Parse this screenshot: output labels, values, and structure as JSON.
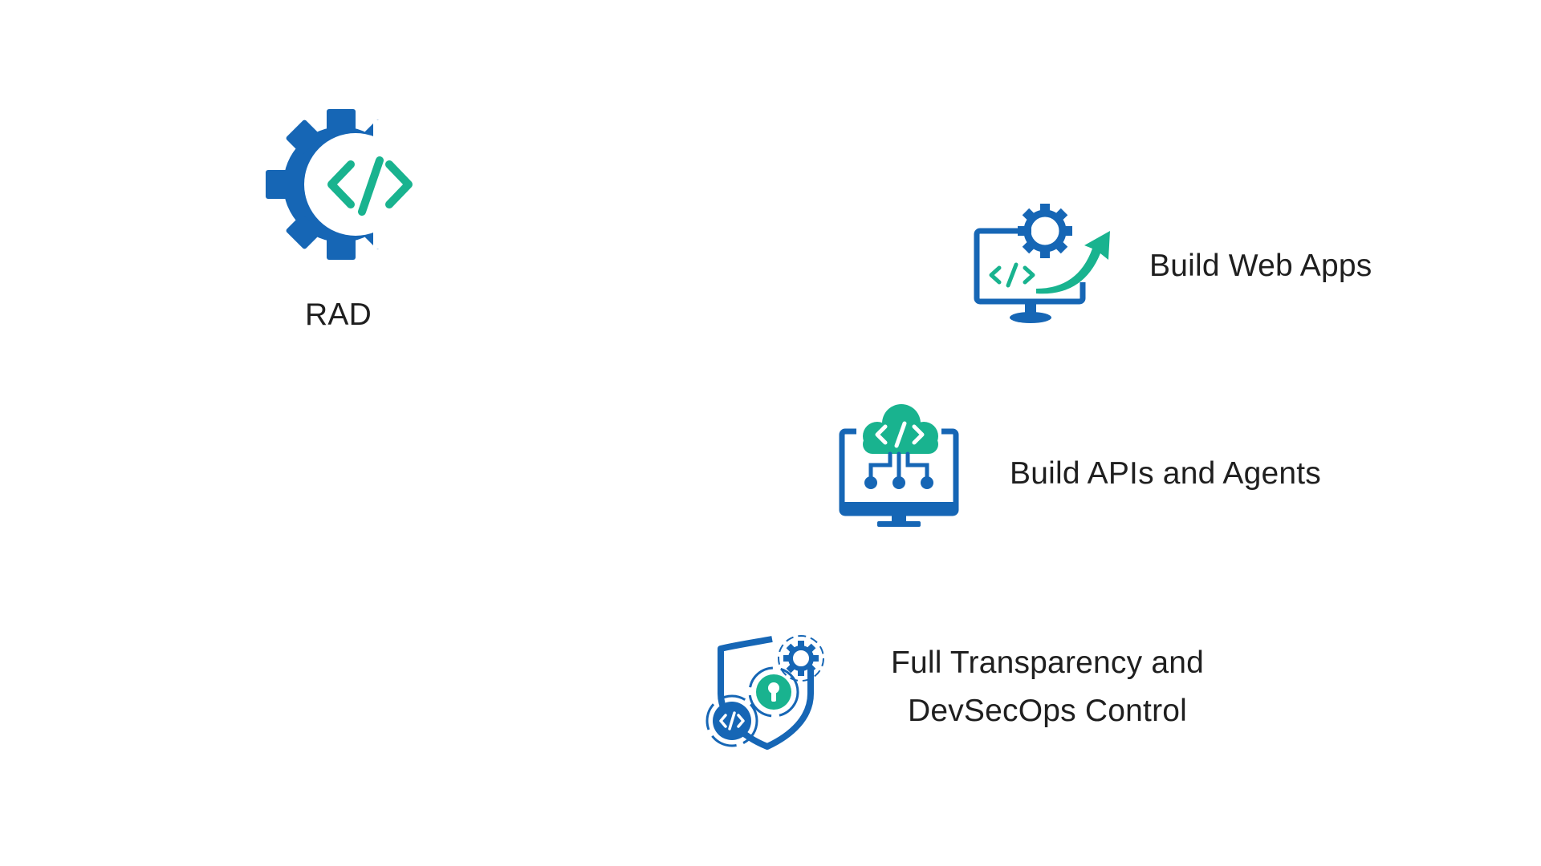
{
  "colors": {
    "blue": "#1666b5",
    "teal": "#19b38f",
    "text": "#1f1f1f",
    "background": "#ffffff"
  },
  "nodes": [
    {
      "label": "RAD",
      "icon": "gear-code-icon"
    },
    {
      "label": "Build Web Apps",
      "icon": "monitor-gear-arrow-icon"
    },
    {
      "label": "Build APIs and Agents",
      "icon": "cloud-monitor-icon"
    },
    {
      "label_lines": [
        "Full Transparency and",
        "DevSecOps Control"
      ],
      "icon": "shield-lock-icon"
    }
  ]
}
